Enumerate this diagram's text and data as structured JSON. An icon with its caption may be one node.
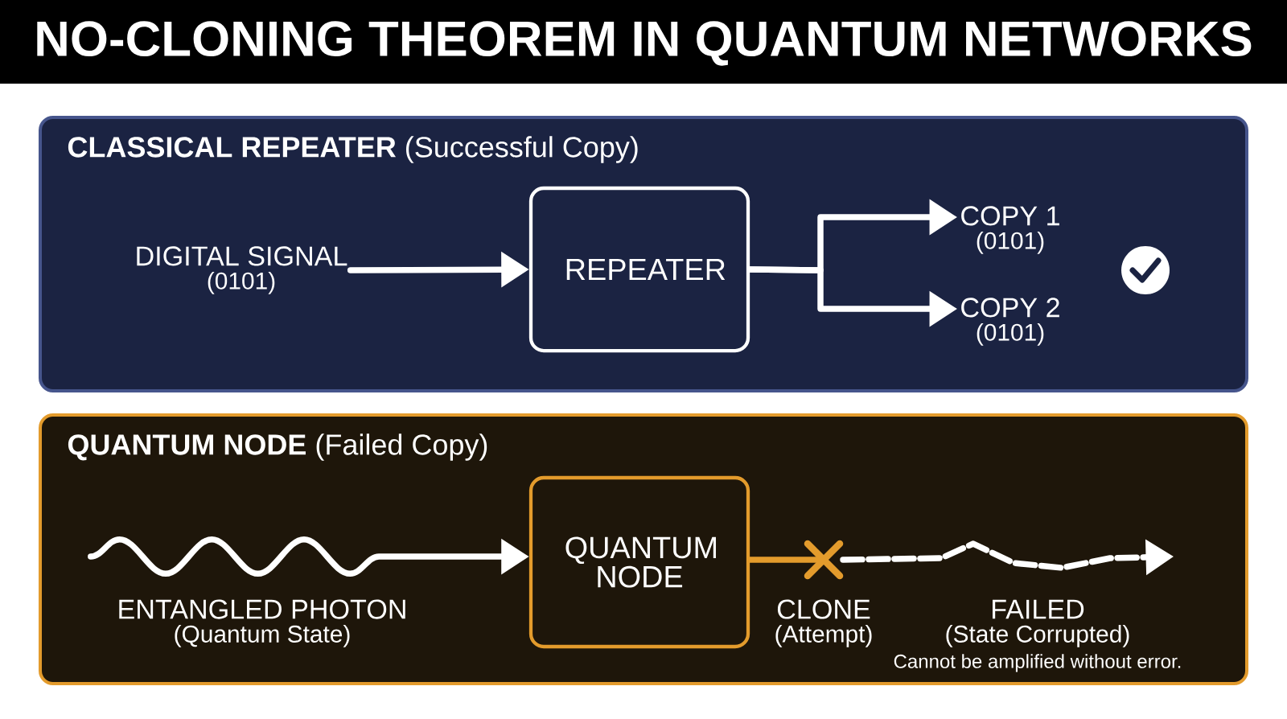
{
  "diagram": {
    "title": "NO-CLONING THEOREM IN QUANTUM NETWORKS",
    "nodes": [
      {
        "text": [
          "**CLASSICAL REPEATER** (Successful Copy)"
        ]
      },
      {
        "text": [
          "DIGITAL SIGNAL",
          "(0101)"
        ],
        "in": 0
      },
      {
        "text": [
          "REPEATER"
        ],
        "in": 0
      },
      {
        "text": [
          "COPY 1",
          "(0101)"
        ],
        "in": 0
      },
      {
        "text": [
          "COPY 2",
          "(0101)"
        ],
        "in": 0
      },
      {
        "text": [
          "**QUANTUM NODE** (Failed Copy)"
        ]
      },
      {
        "text": [
          "ENTANGLED PHOTON",
          "(Quantum State)"
        ],
        "in": 5
      },
      {
        "text": [
          "QUANTUM NODE"
        ],
        "in": 5
      },
      {
        "text": [
          "CLONE",
          "(Attempt)"
        ],
        "in": 5
      },
      {
        "text": [
          "FAILED",
          "(State Corrupted)"
        ],
        "beside": [
          "Cannot be amplified without error."
        ],
        "in": 5
      }
    ],
    "edges": [
      {
        "from": 1,
        "to": 2,
        "arrow": "to"
      },
      {
        "from": 2,
        "to": 3,
        "arrow": "to"
      },
      {
        "from": 2,
        "to": 4,
        "arrow": "to"
      },
      {
        "from": 6,
        "to": 7,
        "arrow": "to"
      },
      {
        "from": 7,
        "to": 8,
        "arrow": "none",
        "color": "#e39b2c"
      },
      {
        "from": 8,
        "to": 9,
        "arrow": "to",
        "style": "dashed"
      }
    ]
  }
}
